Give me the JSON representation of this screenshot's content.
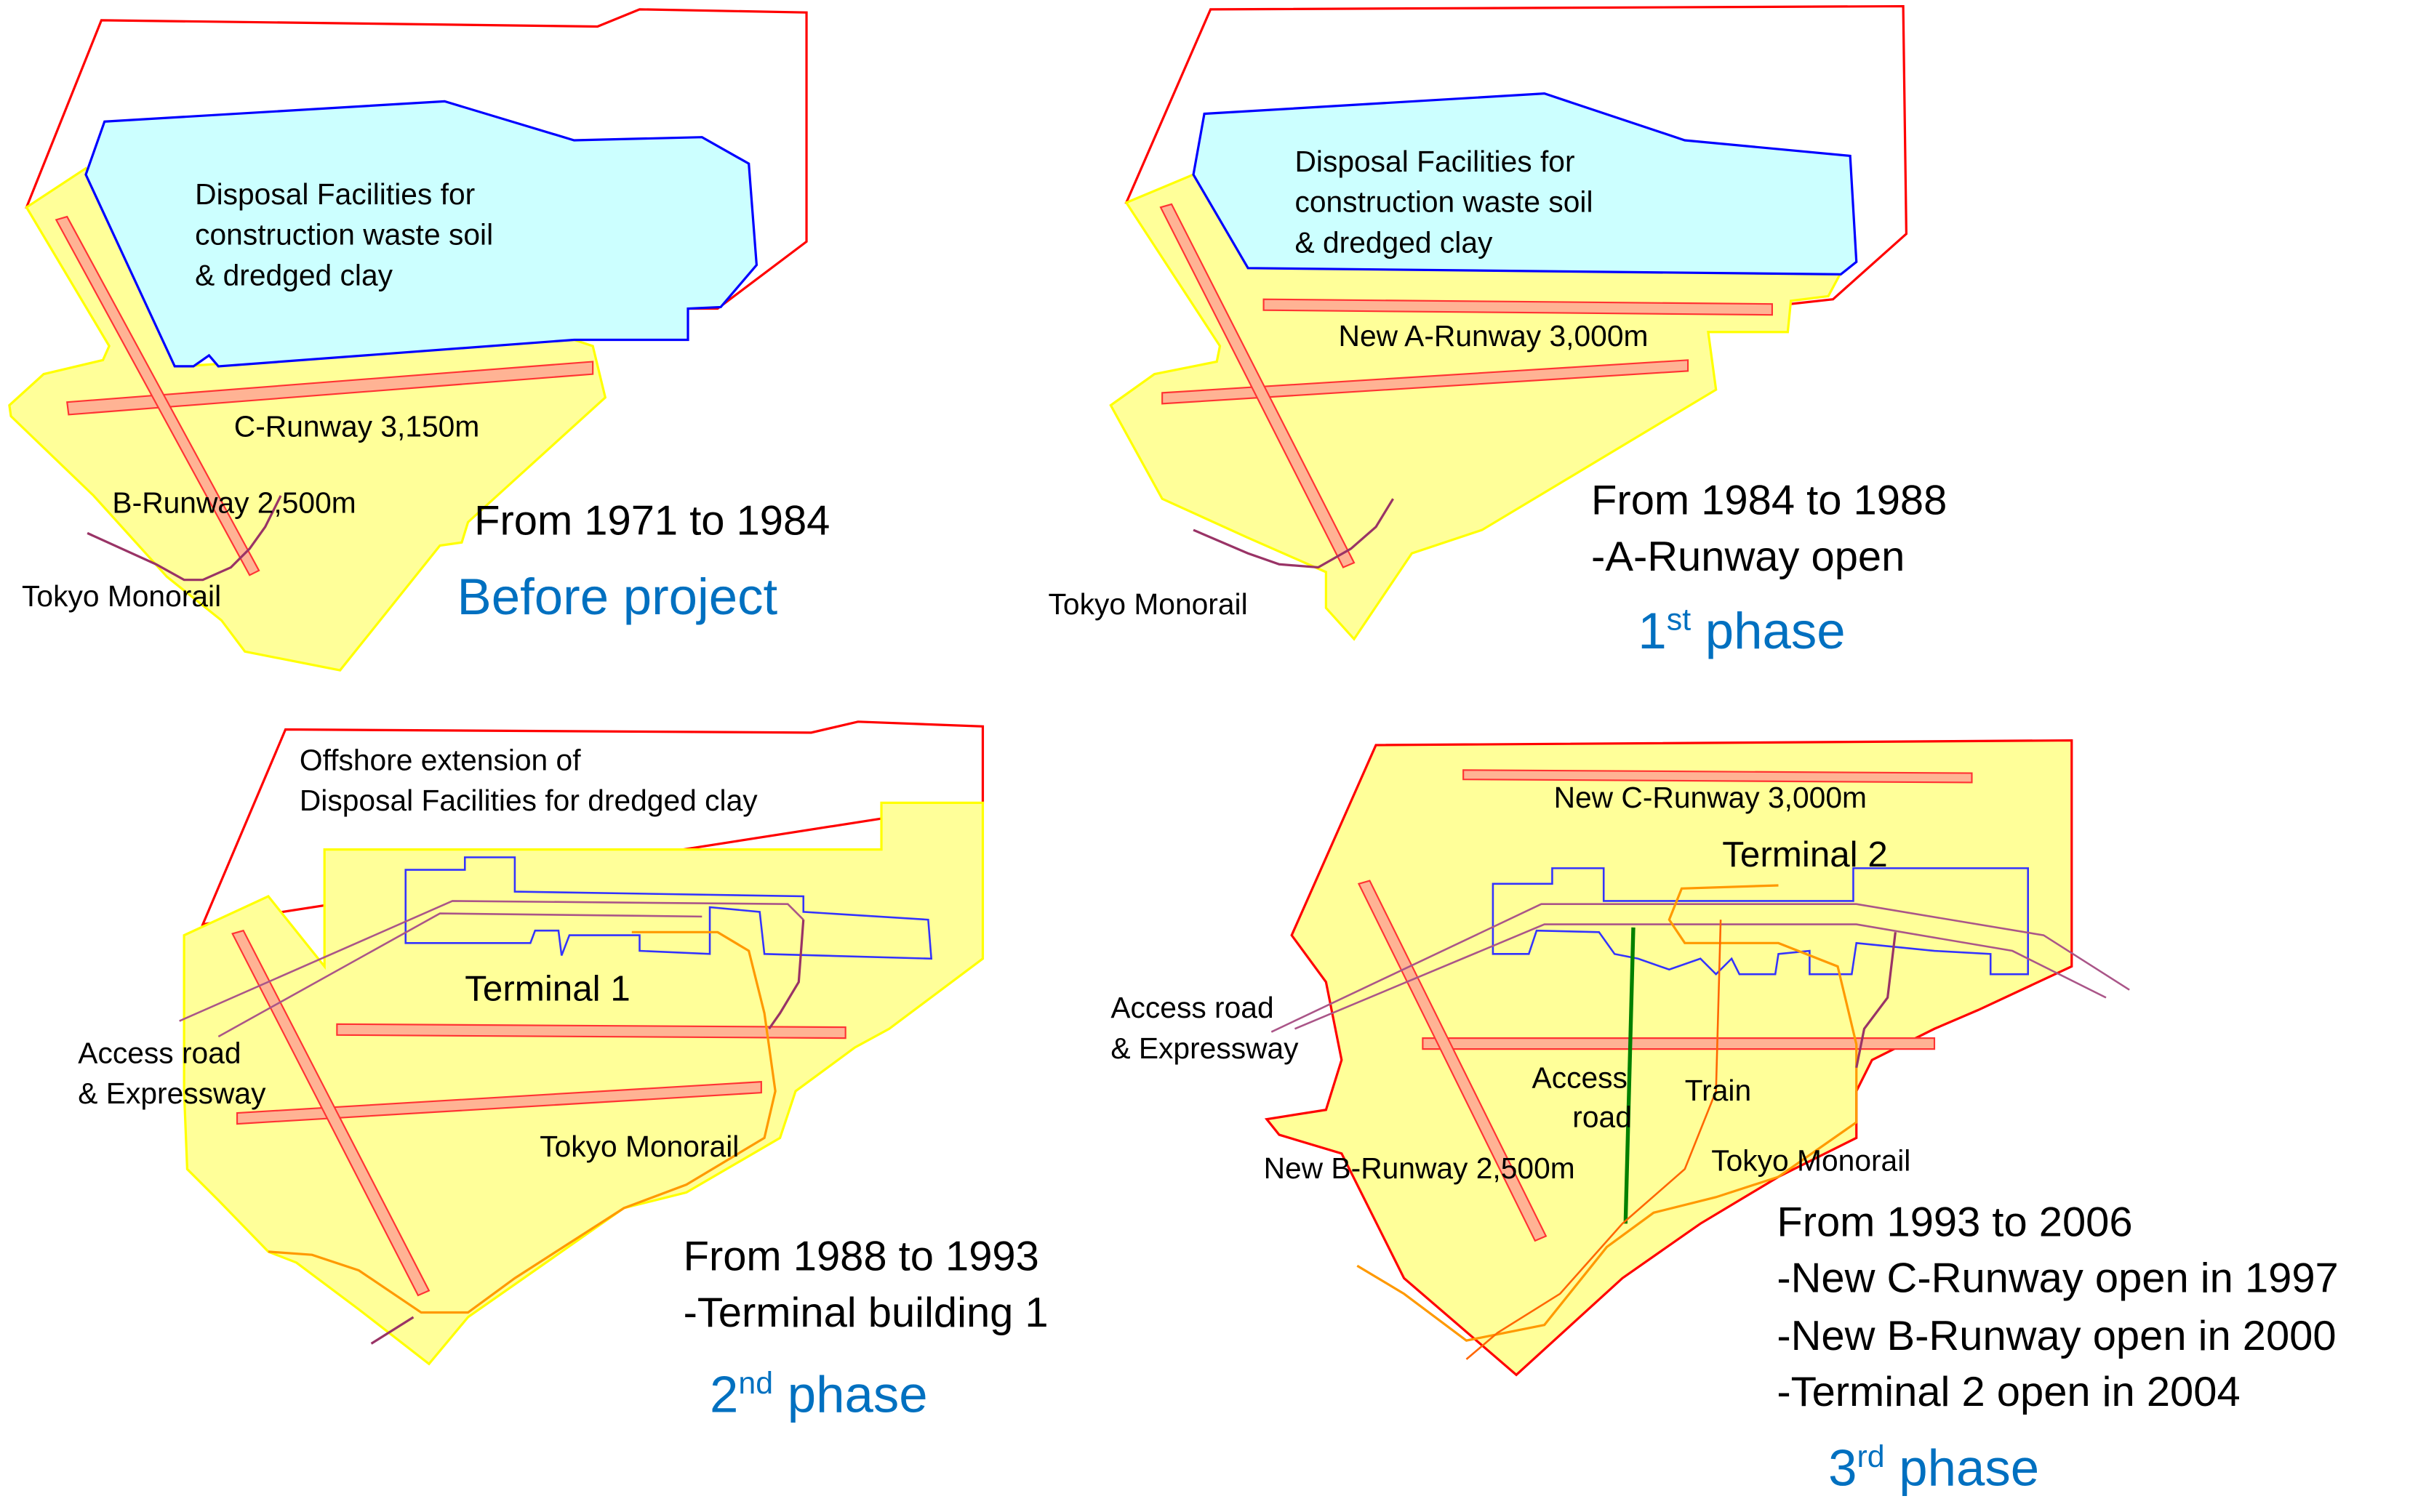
{
  "colors": {
    "outline": "#ff0000",
    "land": "#ffff99",
    "disposal": "#ccffff",
    "terminal": "#0000ff",
    "phase_text": "#0070c0"
  },
  "panel1": {
    "disposal": [
      "Disposal Facilities for",
      "construction waste soil",
      "& dredged clay"
    ],
    "c_runway": "C-Runway  3,150m",
    "b_runway": "B-Runway  2,500m",
    "monorail": "Tokyo Monorail",
    "period": "From 1971 to 1984",
    "phase": "Before project"
  },
  "panel2": {
    "disposal": [
      "Disposal Facilities for",
      "construction waste soil",
      "& dredged clay"
    ],
    "a_runway": "New A-Runway  3,000m",
    "monorail": "Tokyo Monorail",
    "period": "From 1984 to 1988",
    "event": "-A-Runway open",
    "phase_num": "1",
    "phase_sup": "st",
    "phase_word": " phase"
  },
  "panel3": {
    "offshore": [
      "Offshore extension of",
      "Disposal Facilities for dredged clay"
    ],
    "terminal": "Terminal 1",
    "access": [
      "Access road",
      "& Expressway"
    ],
    "monorail": "Tokyo Monorail",
    "period": "From 1988 to 1993",
    "event": "-Terminal building 1",
    "phase_num": "2",
    "phase_sup": "nd",
    "phase_word": " phase"
  },
  "panel4": {
    "c_runway": "New C-Runway 3,000m",
    "terminal": "Terminal 2",
    "access": [
      "Access road",
      "& Expressway"
    ],
    "access_road": [
      "Access",
      "road"
    ],
    "train": "Train",
    "b_runway": "New B-Runway 2,500m",
    "monorail": "Tokyo Monorail",
    "period": "From 1993 to 2006",
    "events": [
      "-New C-Runway open in 1997",
      "-New B-Runway open in 2000",
      "-Terminal 2 open in 2004"
    ],
    "phase_num": "3",
    "phase_sup": "rd",
    "phase_word": " phase"
  }
}
